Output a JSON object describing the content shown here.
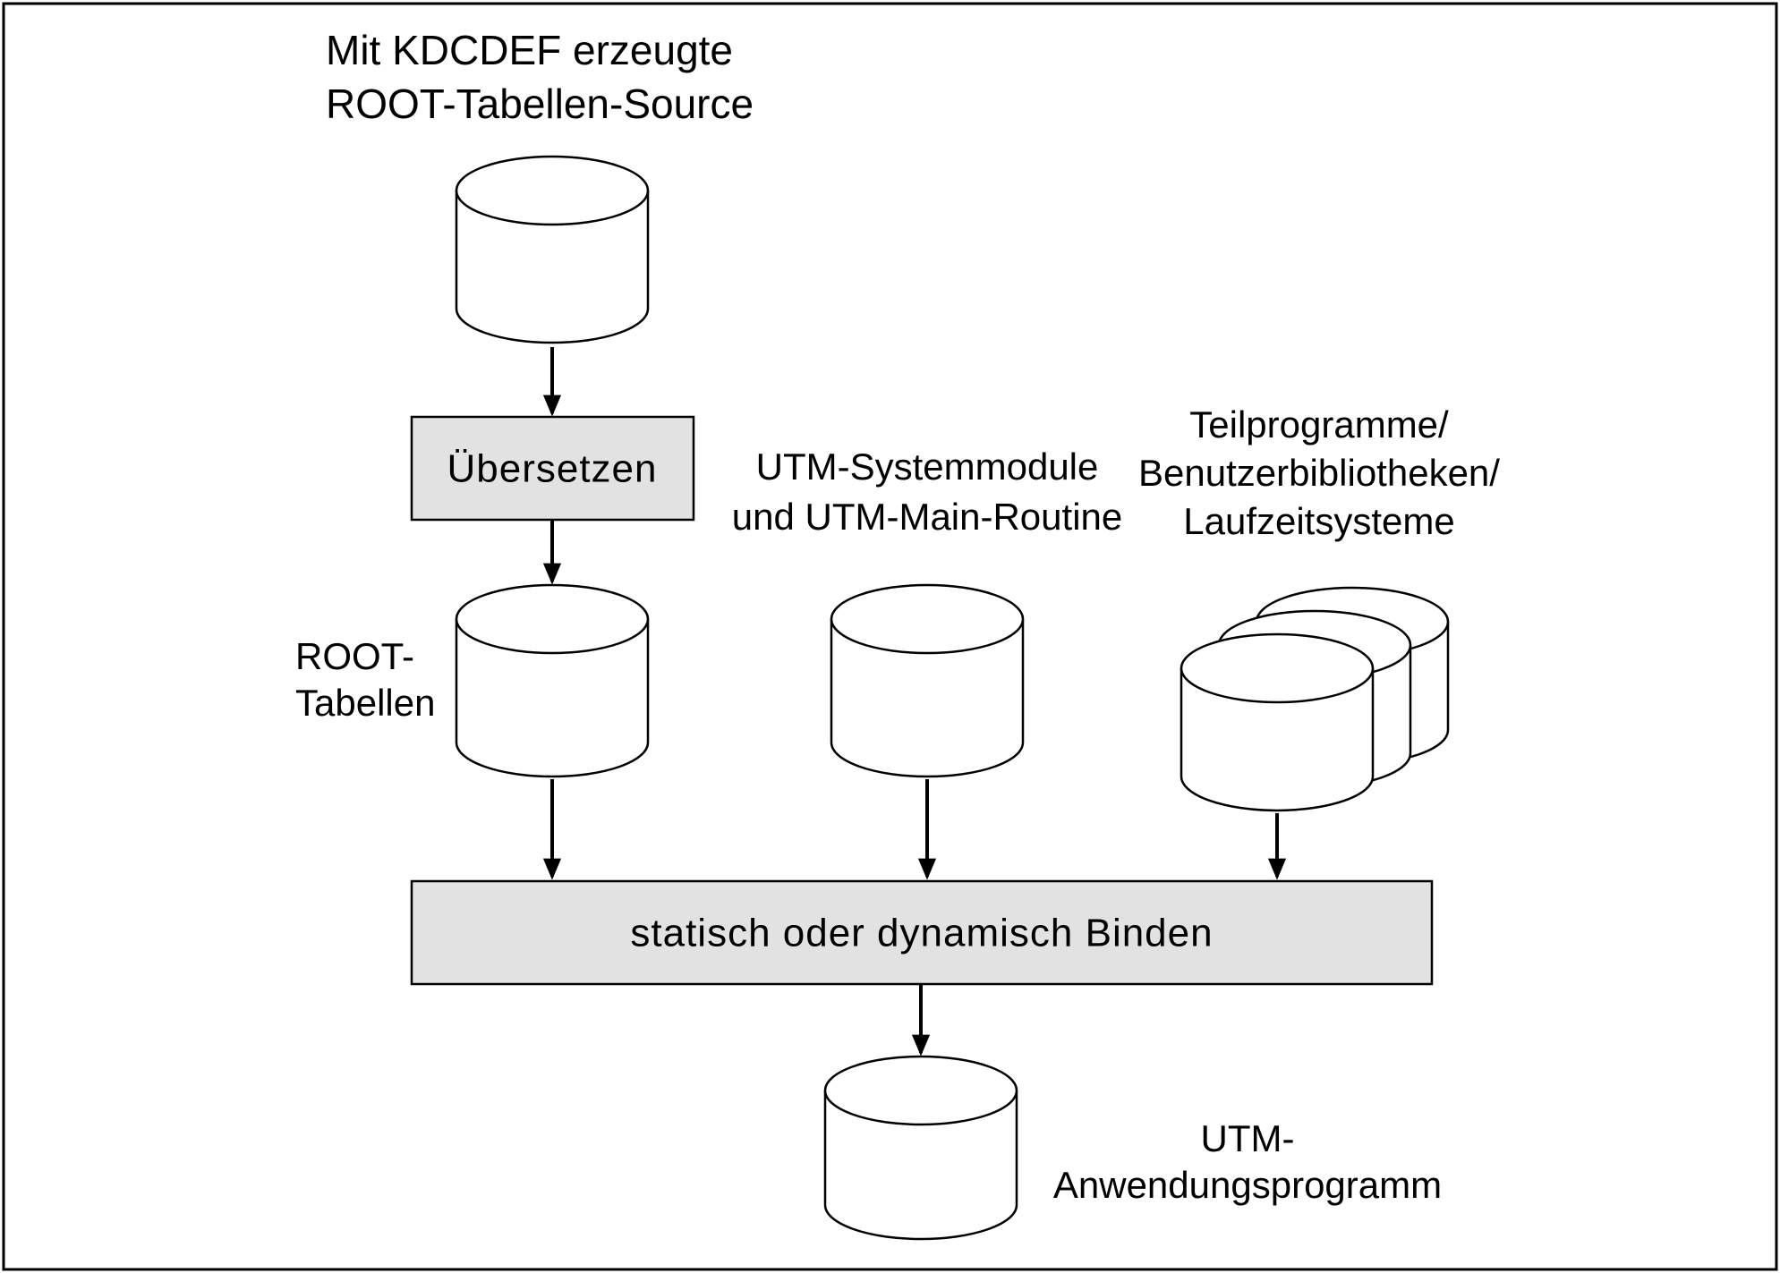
{
  "diagram": {
    "source_db": {
      "label_line1": "Mit KDCDEF erzeugte",
      "label_line2": "ROOT-Tabellen-Source"
    },
    "compile_step": {
      "label": "Übersetzen"
    },
    "root_tables_db": {
      "label_line1": "ROOT-",
      "label_line2": "Tabellen"
    },
    "system_modules_db": {
      "label_line1": "UTM-Systemmodule",
      "label_line2": "und UTM-Main-Routine"
    },
    "libraries_db": {
      "label_line1": "Teilprogramme/",
      "label_line2": "Benutzerbibliotheken/",
      "label_line3": "Laufzeitsysteme"
    },
    "link_step": {
      "label": "statisch oder dynamisch Binden"
    },
    "application_db": {
      "label_line1": "UTM-",
      "label_line2": "Anwendungsprogramm"
    },
    "colors": {
      "process_box_fill": "#e2e2e2",
      "stroke": "#000000",
      "background": "#ffffff"
    }
  }
}
